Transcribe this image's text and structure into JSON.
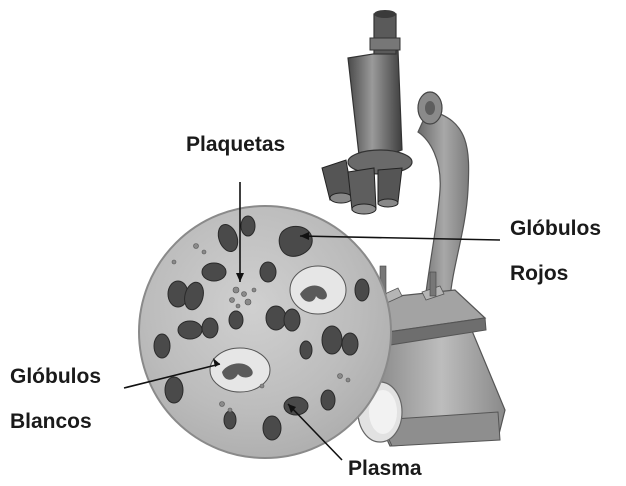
{
  "labels": {
    "platelets": "Plaquetas",
    "red_cells_line1": "Glóbulos",
    "red_cells_line2": "Rojos",
    "white_cells_line1": "Glóbulos",
    "white_cells_line2": "Blancos",
    "plasma": "Plasma"
  },
  "colors": {
    "label_text": "#1a1a1a",
    "red_cell": "#4a4a4a",
    "white_cell": "#d8d8d8",
    "plasma": "#bdbdbd",
    "microscope_body": "#7a7a7a"
  }
}
